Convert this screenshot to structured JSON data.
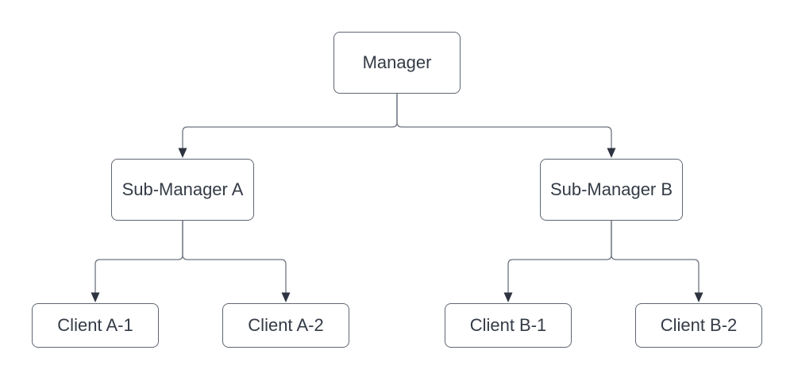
{
  "diagram": {
    "type": "org-chart",
    "background_color": "#ffffff",
    "node_fill_color": "#ffffff",
    "node_border_color": "#5f6672",
    "text_color": "#343b46",
    "connector_color": "#6d7480",
    "arrowhead_color": "#2e3440"
  },
  "nodes": {
    "manager": {
      "label": "Manager"
    },
    "sub_manager_a": {
      "label": "Sub-Manager A"
    },
    "sub_manager_b": {
      "label": "Sub-Manager B"
    },
    "client_a1": {
      "label": "Client A-1"
    },
    "client_a2": {
      "label": "Client A-2"
    },
    "client_b1": {
      "label": "Client B-1"
    },
    "client_b2": {
      "label": "Client B-2"
    }
  },
  "edges": [
    {
      "from": "Manager",
      "to": "Sub-Manager A"
    },
    {
      "from": "Manager",
      "to": "Sub-Manager B"
    },
    {
      "from": "Sub-Manager A",
      "to": "Client A-1"
    },
    {
      "from": "Sub-Manager A",
      "to": "Client A-2"
    },
    {
      "from": "Sub-Manager B",
      "to": "Client B-1"
    },
    {
      "from": "Sub-Manager B",
      "to": "Client B-2"
    }
  ]
}
